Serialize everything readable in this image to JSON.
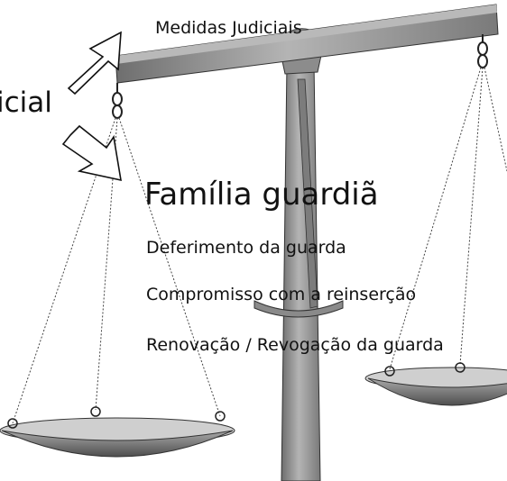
{
  "top_label": "Medidas Judiciais",
  "left_fragment": "icial",
  "heading": "Família guardiã",
  "items": [
    "Deferimento da guarda",
    "Compromisso com a reinserção",
    "Renovação / Revogação da guarda"
  ]
}
